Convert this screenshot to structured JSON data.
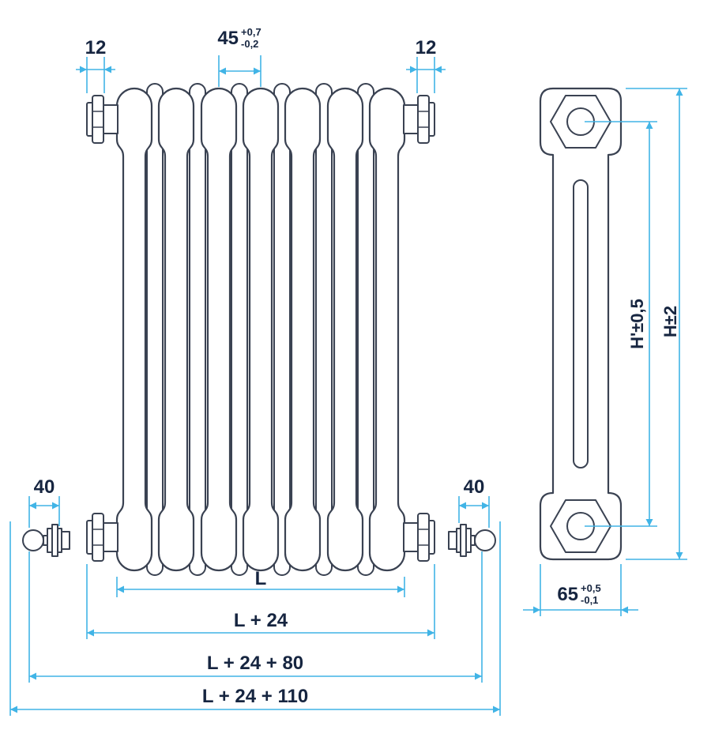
{
  "drawing": {
    "type": "technical-drawing",
    "subject": "tubular column radiator - front view and side view with dimension lines"
  },
  "colors": {
    "outline": "#3a4252",
    "dimension_line": "#41b4e6",
    "label_text": "#162540",
    "background": "#ffffff"
  },
  "front_view": {
    "labels": {
      "stub_left": "12",
      "stub_right": "12",
      "pitch": "45",
      "pitch_tol_plus": "+0,7",
      "pitch_tol_minus": "-0,2",
      "valve_left": "40",
      "valve_right": "40",
      "length": "L",
      "length_plus24": "L + 24",
      "length_plus24_80": "L + 24 + 80",
      "length_plus24_110": "L + 24 + 110"
    }
  },
  "side_view": {
    "labels": {
      "axis_height": "H'±0,5",
      "overall_height": "H±2",
      "depth": "65",
      "depth_tol_plus": "+0,5",
      "depth_tol_minus": "-0,1"
    }
  }
}
